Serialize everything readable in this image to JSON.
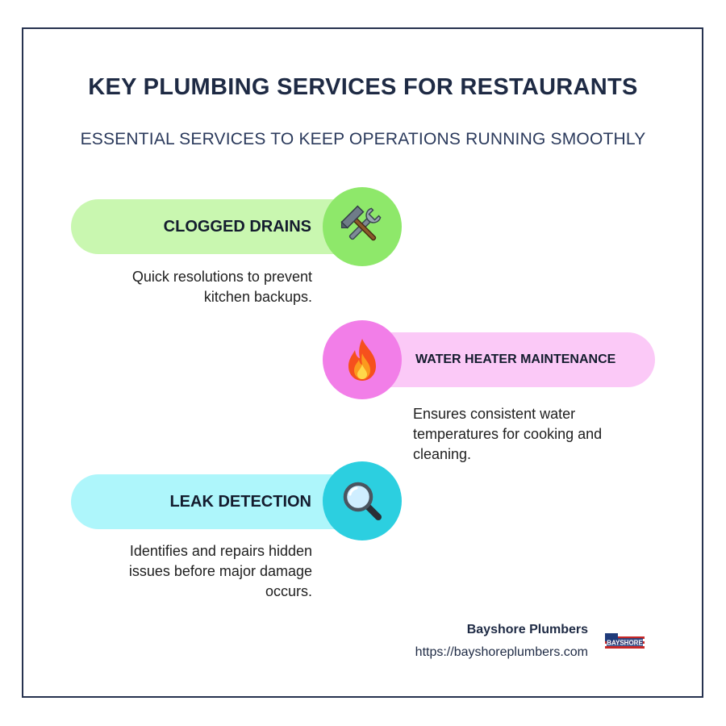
{
  "header": {
    "title": "KEY PLUMBING SERVICES FOR RESTAURANTS",
    "subtitle": "ESSENTIAL SERVICES TO KEEP OPERATIONS RUNNING SMOOTHLY"
  },
  "services": [
    {
      "label": "CLOGGED DRAINS",
      "icon": "hammer-and-wrench-icon",
      "description_lines": [
        "Quick resolutions to prevent",
        "kitchen backups."
      ],
      "pill_color": "#c9f7b0",
      "circle_color": "#8ee86a"
    },
    {
      "label": "WATER HEATER MAINTENANCE",
      "icon": "fire-icon",
      "description_lines": [
        "Ensures consistent water",
        "temperatures for cooking and",
        "cleaning."
      ],
      "pill_color": "#fbc9f7",
      "circle_color": "#f27ee8"
    },
    {
      "label": "LEAK DETECTION",
      "icon": "magnifying-glass-icon",
      "description_lines": [
        "Identifies and repairs hidden",
        "issues before major damage",
        "occurs."
      ],
      "pill_color": "#aef6fb",
      "circle_color": "#2ccfe0"
    }
  ],
  "footer": {
    "company": "Bayshore Plumbers",
    "url": "https://bayshoreplumbers.com",
    "logo_text": "BAYSHORE"
  }
}
